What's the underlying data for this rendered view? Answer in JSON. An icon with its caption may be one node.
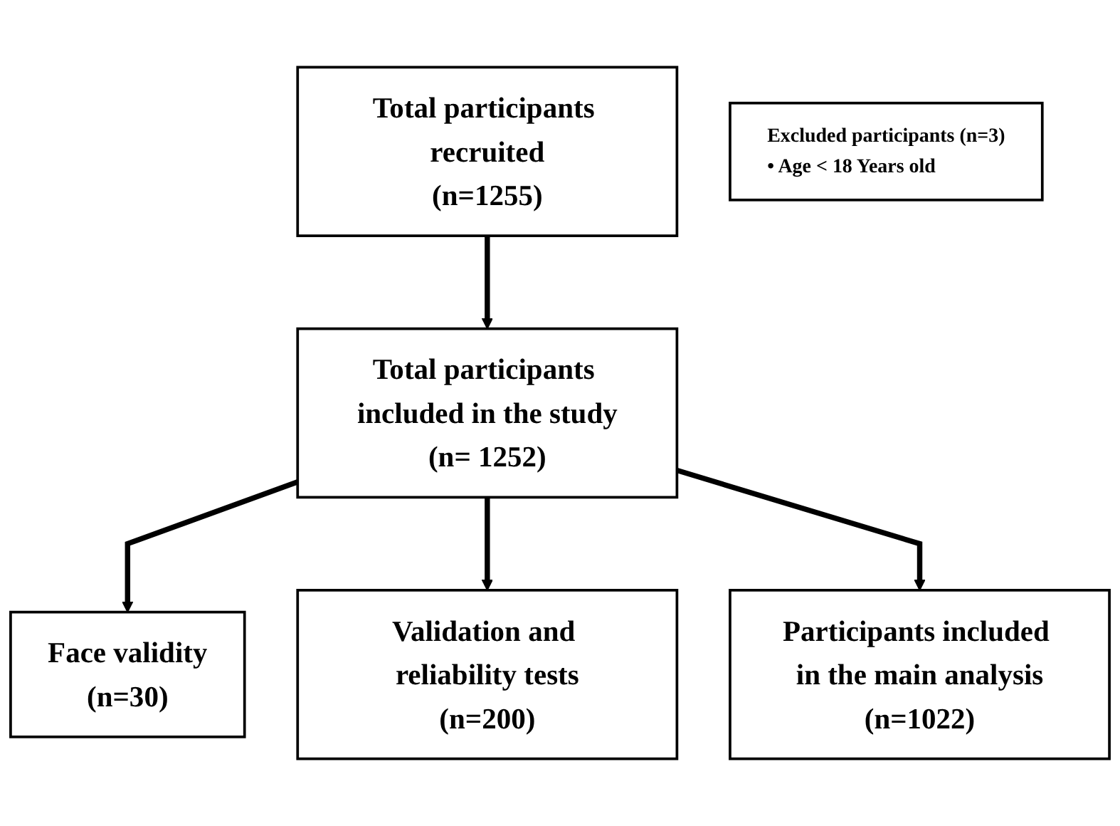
{
  "diagram": {
    "nodes": [
      {
        "text": [
          "Total participants recruited",
          "(n=1255)"
        ]
      },
      {
        "text": [
          "Excluded participants (n=3)",
          "• Age < 18 Years old"
        ]
      },
      {
        "text": [
          "Total participants included in the study",
          "(n= 1252)"
        ]
      },
      {
        "text": [
          "Face validity",
          "(n=30)"
        ]
      },
      {
        "text": [
          "Validation and reliability tests",
          "(n=200)"
        ]
      },
      {
        "text": [
          "Participants included in the main analysis",
          "(n=1022)"
        ]
      }
    ],
    "edges": [
      {
        "from": 0,
        "to": 2,
        "arrow": "to"
      },
      {
        "from": 2,
        "to": 3,
        "arrow": "to"
      },
      {
        "from": 2,
        "to": 4,
        "arrow": "to"
      },
      {
        "from": 2,
        "to": 5,
        "arrow": "to"
      }
    ]
  }
}
